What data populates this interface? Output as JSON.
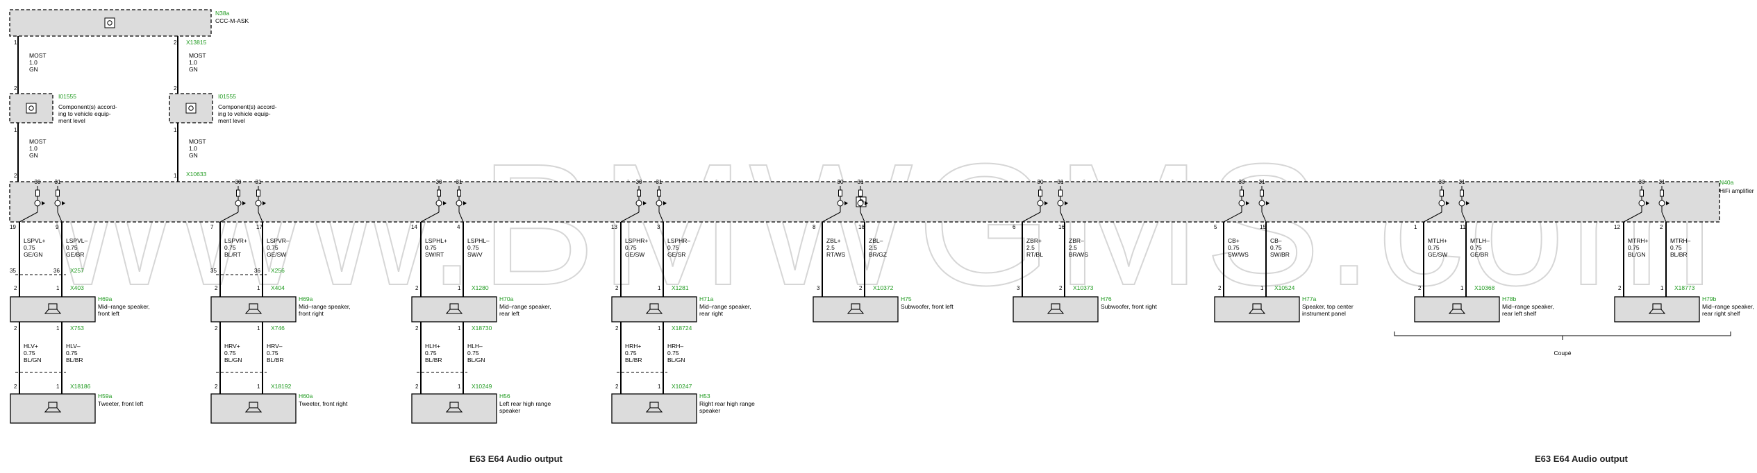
{
  "watermark": "www.BMWGMS.com",
  "footer": {
    "left": "E63 E64 Audio output",
    "right": "E63 E64 Audio output"
  },
  "head_unit": {
    "id": "N38a",
    "name": "CCC-M-ASK",
    "connector": "X13815"
  },
  "most_bus": [
    {
      "upper": {
        "pins": [
          "1",
          "2"
        ],
        "wire": [
          "MOST",
          "1.0",
          "GN"
        ]
      },
      "component": {
        "id": "I01555",
        "name": [
          "Component(s) accord-",
          "ing to vehicle equip-",
          "ment level"
        ]
      },
      "lower": {
        "pins": [
          "1",
          "2"
        ],
        "wire": [
          "MOST",
          "1.0",
          "GN"
        ]
      }
    },
    {
      "upper": {
        "pins": [
          "2",
          "2"
        ],
        "wire": [
          "MOST",
          "1.0",
          "GN"
        ]
      },
      "component": {
        "id": "I01555",
        "name": [
          "Component(s) accord-",
          "ing to vehicle equip-",
          "ment level"
        ]
      },
      "lower": {
        "pins": [
          "1",
          "1"
        ],
        "wire": [
          "MOST",
          "1.0",
          "GN"
        ],
        "connector": "X10633"
      }
    }
  ],
  "amplifier": {
    "id": "N40a",
    "name": "HiFi amplifier",
    "output_terms": [
      "30",
      "31"
    ]
  },
  "channels": [
    {
      "amp_pins": [
        "19",
        "9"
      ],
      "wires": [
        [
          "LSPVL+",
          "0.75",
          "GE/GN"
        ],
        [
          "LSPVL–",
          "0.75",
          "GE/BR"
        ]
      ],
      "inline": {
        "pins": [
          "35",
          "36"
        ],
        "connector": "X257"
      },
      "speaker": {
        "pins": [
          "2",
          "1"
        ],
        "connector": "X403",
        "id": "H69a",
        "name": [
          "Mid–range speaker,",
          "front left"
        ]
      },
      "tweeter": {
        "top_pins": [
          "2",
          "1"
        ],
        "top_connector": "X753",
        "wires": [
          [
            "HLV+",
            "0.75",
            "BL/GN"
          ],
          [
            "HLV–",
            "0.75",
            "BL/BR"
          ]
        ],
        "bottom_pins": [
          "2",
          "1"
        ],
        "bottom_connector": "X18186",
        "id": "H59a",
        "name": [
          "Tweeter, front left"
        ]
      }
    },
    {
      "amp_pins": [
        "7",
        "17"
      ],
      "wires": [
        [
          "LSPVR+",
          "0.75",
          "BL/RT"
        ],
        [
          "LSPVR–",
          "0.75",
          "GE/SW"
        ]
      ],
      "inline": {
        "pins": [
          "35",
          "36"
        ],
        "connector": "X256"
      },
      "speaker": {
        "pins": [
          "2",
          "1"
        ],
        "connector": "X404",
        "id": "H69a",
        "name": [
          "Mid–range speaker,",
          "front right"
        ]
      },
      "tweeter": {
        "top_pins": [
          "2",
          "1"
        ],
        "top_connector": "X746",
        "wires": [
          [
            "HRV+",
            "0.75",
            "BL/GN"
          ],
          [
            "HRV–",
            "0.75",
            "BL/BR"
          ]
        ],
        "bottom_pins": [
          "2",
          "1"
        ],
        "bottom_connector": "X18192",
        "id": "H60a",
        "name": [
          "Tweeter, front right"
        ]
      }
    },
    {
      "amp_pins": [
        "14",
        "4"
      ],
      "wires": [
        [
          "LSPHL+",
          "0.75",
          "SW/RT"
        ],
        [
          "LSPHL–",
          "0.75",
          "SW/V"
        ]
      ],
      "inline": null,
      "speaker": {
        "pins": [
          "2",
          "1"
        ],
        "connector": "X1280",
        "id": "H70a",
        "name": [
          "Mid–range speaker,",
          "rear left"
        ]
      },
      "tweeter": {
        "top_pins": [
          "2",
          "1"
        ],
        "top_connector": "X18730",
        "wires": [
          [
            "HLH+",
            "0.75",
            "BL/BR"
          ],
          [
            "HLH–",
            "0.75",
            "BL/GN"
          ]
        ],
        "bottom_pins": [
          "2",
          "1"
        ],
        "bottom_connector": "X10249",
        "id": "H56",
        "name": [
          "Left rear high range",
          "speaker"
        ]
      }
    },
    {
      "amp_pins": [
        "13",
        "3"
      ],
      "wires": [
        [
          "LSPHR+",
          "0.75",
          "GE/SW"
        ],
        [
          "LSPHR–",
          "0.75",
          "GE/SR"
        ]
      ],
      "inline": null,
      "speaker": {
        "pins": [
          "2",
          "1"
        ],
        "connector": "X1281",
        "id": "H71a",
        "name": [
          "Mid–range speaker,",
          "rear right"
        ]
      },
      "tweeter": {
        "top_pins": [
          "2",
          "1"
        ],
        "top_connector": "X18724",
        "wires": [
          [
            "HRH+",
            "0.75",
            "BL/BR"
          ],
          [
            "HRH–",
            "0.75",
            "BL/GN"
          ]
        ],
        "bottom_pins": [
          "2",
          "1"
        ],
        "bottom_connector": "X10247",
        "id": "H53",
        "name": [
          "Right rear high range",
          "speaker"
        ]
      }
    },
    {
      "amp_pins": [
        "8",
        "18"
      ],
      "wires": [
        [
          "ZBL+",
          "2.5",
          "RT/WS"
        ],
        [
          "ZBL–",
          "2.5",
          "BR/GZ"
        ]
      ],
      "inline": null,
      "speaker": {
        "pins": [
          "3",
          "2"
        ],
        "connector": "X10372",
        "id": "H75",
        "name": [
          "Subwoofer, front left"
        ]
      },
      "tweeter": null
    },
    {
      "amp_pins": [
        "6",
        "16"
      ],
      "wires": [
        [
          "ZBR+",
          "2.5",
          "RT/BL"
        ],
        [
          "ZBR–",
          "2.5",
          "BR/WS"
        ]
      ],
      "inline": null,
      "speaker": {
        "pins": [
          "3",
          "2"
        ],
        "connector": "X10373",
        "id": "H76",
        "name": [
          "Subwoofer, front right"
        ]
      },
      "tweeter": null
    },
    {
      "amp_pins": [
        "5",
        "15"
      ],
      "wires": [
        [
          "CB+",
          "0.75",
          "SW/WS"
        ],
        [
          "CB–",
          "0.75",
          "SW/BR"
        ]
      ],
      "inline": null,
      "speaker": {
        "pins": [
          "2",
          "1"
        ],
        "connector": "X10524",
        "id": "H77a",
        "name": [
          "Speaker, top center",
          "instrument panel"
        ]
      },
      "tweeter": null
    },
    {
      "amp_pins": [
        "1",
        "11"
      ],
      "wires": [
        [
          "MTLH+",
          "0.75",
          "GE/SW"
        ],
        [
          "MTLH–",
          "0.75",
          "GE/BR"
        ]
      ],
      "inline": null,
      "speaker": {
        "pins": [
          "2",
          "1"
        ],
        "connector": "X10368",
        "id": "H78b",
        "name": [
          "Mid–range speaker,",
          "rear left shelf"
        ]
      },
      "tweeter": null
    },
    {
      "amp_pins": [
        "12",
        "2"
      ],
      "wires": [
        [
          "MTRH+",
          "0.75",
          "BL/GN"
        ],
        [
          "MTRH–",
          "0.75",
          "BL/BR"
        ]
      ],
      "inline": null,
      "speaker": {
        "pins": [
          "2",
          "1"
        ],
        "connector": "X18773",
        "id": "H79b",
        "name": [
          "Mid–range speaker,",
          "rear right shelf"
        ]
      },
      "tweeter": null
    }
  ],
  "group_label": "Coupé",
  "colors": {
    "fill": "#dcdcdc",
    "line": "#000000",
    "label": "#1f9a1f",
    "watermark": "#d6d6d6"
  }
}
